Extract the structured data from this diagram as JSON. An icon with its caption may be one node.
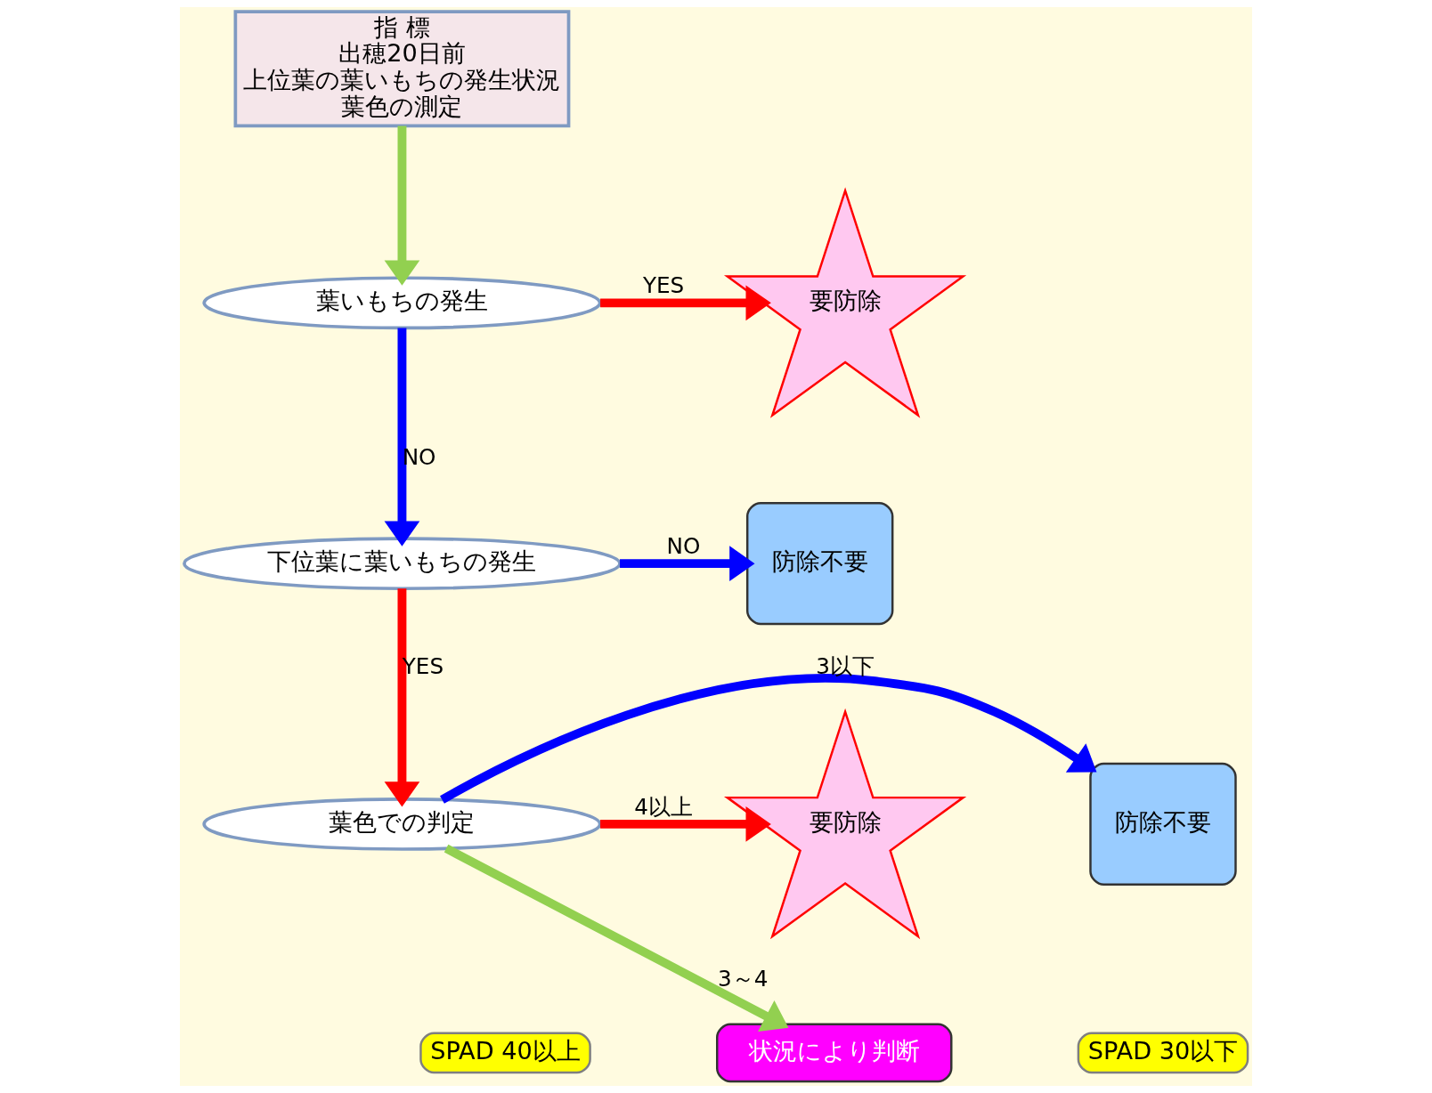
{
  "diagram": {
    "nodes": [
      {
        "text": [
          "指 標",
          "出穂20日前",
          "上位葉の葉いもちの発生状況",
          "葉色の測定"
        ]
      },
      {
        "text": [
          "葉いもちの発生"
        ]
      },
      {
        "text": [
          "要防除"
        ]
      },
      {
        "text": [
          "下位葉に葉いもちの発生"
        ]
      },
      {
        "text": [
          "防除不要"
        ]
      },
      {
        "text": [
          "葉色での判定"
        ]
      },
      {
        "text": [
          "要防除"
        ]
      },
      {
        "text": [
          "防除不要"
        ]
      },
      {
        "text": [
          "状況により判断"
        ]
      },
      {
        "text": [
          "SPAD 40以上"
        ]
      },
      {
        "text": [
          "SPAD 30以下"
        ]
      }
    ],
    "edges": [
      {
        "from": 0,
        "to": 1,
        "arrow": "to",
        "color": "#92d050"
      },
      {
        "from": 1,
        "to": 2,
        "arrow": "to",
        "label": "YES",
        "color": "#ff0000"
      },
      {
        "from": 1,
        "to": 3,
        "arrow": "to",
        "label": "NO",
        "color": "#0000ff"
      },
      {
        "from": 3,
        "to": 4,
        "arrow": "to",
        "label": "NO",
        "color": "#0000ff"
      },
      {
        "from": 3,
        "to": 5,
        "arrow": "to",
        "label": "YES",
        "color": "#ff0000"
      },
      {
        "from": 5,
        "to": 6,
        "arrow": "to",
        "label": "4以上",
        "color": "#ff0000"
      },
      {
        "from": 5,
        "to": 7,
        "arrow": "to",
        "label": "3以下",
        "color": "#0000ff"
      },
      {
        "from": 5,
        "to": 8,
        "arrow": "to",
        "label": "3～4",
        "color": "#92d050"
      }
    ]
  }
}
